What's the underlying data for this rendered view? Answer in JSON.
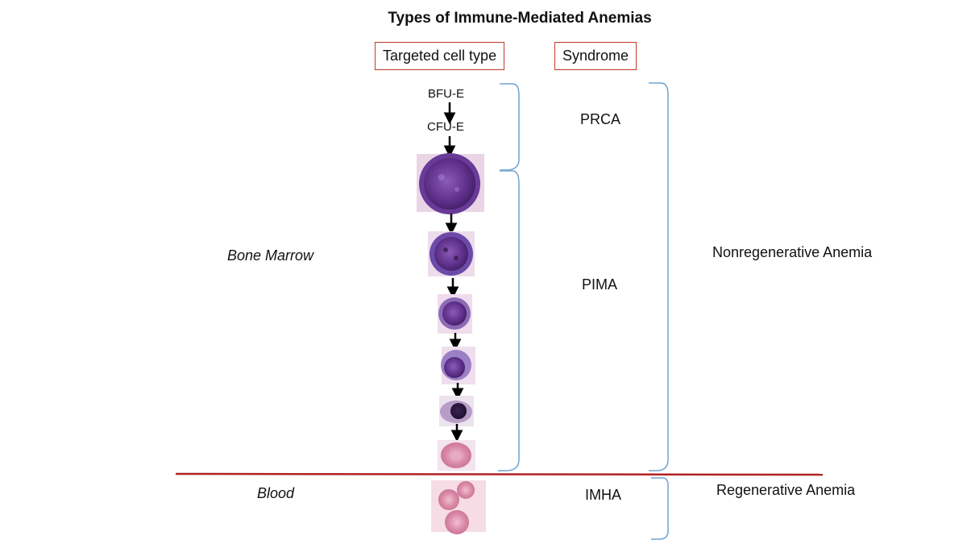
{
  "diagram": {
    "title": "Types of Immune-Mediated Anemias",
    "columns": {
      "cell_type_header": "Targeted cell type",
      "syndrome_header": "Syndrome"
    },
    "locations": {
      "marrow": "Bone Marrow",
      "blood": "Blood"
    },
    "progenitors": {
      "first": "BFU-E",
      "second": "CFU-E"
    },
    "syndromes": {
      "prca": "PRCA",
      "pima": "PIMA",
      "imha": "IMHA"
    },
    "anemia_types": {
      "nonregenerative": "Nonregenerative Anemia",
      "regenerative": "Regenerative Anemia"
    },
    "colors": {
      "header_border": "#c0392b",
      "divider": "#b22222",
      "bracket": "#6fa3cf",
      "arrow": "#000000",
      "nucleated_cell": "#5b2d86",
      "red_cell": "#d98aa8"
    }
  }
}
